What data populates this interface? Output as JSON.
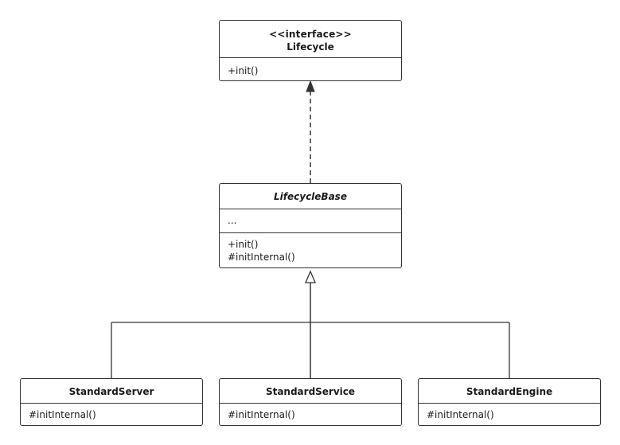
{
  "diagram": {
    "interface": {
      "stereotype": "<<interface>>",
      "name": "Lifecycle",
      "methods": [
        "+init()"
      ]
    },
    "base": {
      "name": "LifecycleBase",
      "attributes": [
        "..."
      ],
      "methods": [
        "+init()",
        "#initInternal()"
      ]
    },
    "subclasses": [
      {
        "name": "StandardServer",
        "methods": [
          "#initInternal()"
        ]
      },
      {
        "name": "StandardService",
        "methods": [
          "#initInternal()"
        ]
      },
      {
        "name": "StandardEngine",
        "methods": [
          "#initInternal()"
        ]
      }
    ]
  }
}
